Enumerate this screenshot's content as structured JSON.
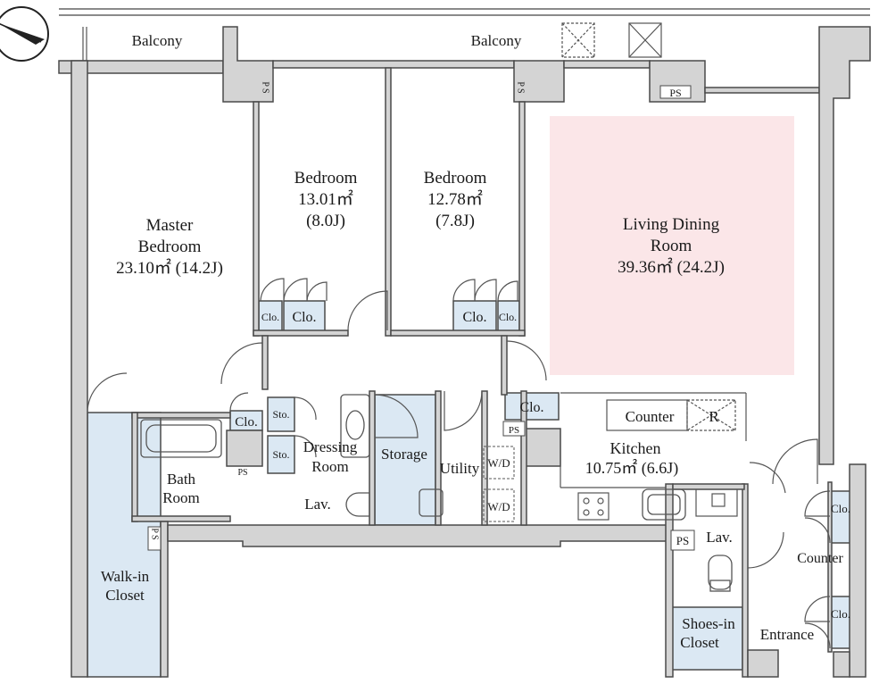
{
  "plan": {
    "colors": {
      "wall": "#d4d4d4",
      "wall_stroke": "#4a4a4a",
      "closet_fill": "#dbe8f3",
      "living_highlight": "#fbe6e8",
      "line": "#555555"
    },
    "icons": {
      "compass": "north-arrow-icon",
      "door": "door-swing-icon",
      "toilet": "toilet-icon",
      "bathtub": "bathtub-icon",
      "sink": "sink-icon",
      "stove": "stove-icon"
    },
    "rooms": {
      "balcony_left": "Balcony",
      "balcony_right": "Balcony",
      "master_line1": "Master",
      "master_line2": "Bedroom",
      "master_area": "23.10㎡ (14.2J)",
      "bed1_name": "Bedroom",
      "bed1_area": "13.01㎡",
      "bed1_j": "(8.0J)",
      "bed2_name": "Bedroom",
      "bed2_area": "12.78㎡",
      "bed2_j": "(7.8J)",
      "living_line1": "Living Dining",
      "living_line2": "Room",
      "living_area": "39.36㎡ (24.2J)",
      "kitchen_name": "Kitchen",
      "kitchen_area": "10.75㎡ (6.6J)",
      "counter_kitchen": "Counter",
      "fridge": "R",
      "dressing_line1": "Dressing",
      "dressing_line2": "Room",
      "storage": "Storage",
      "utility": "Utility",
      "wd1": "W/D",
      "wd2": "W/D",
      "lav_main": "Lav.",
      "lav_entry": "Lav.",
      "bath_line1": "Bath",
      "bath_line2": "Room",
      "walkin_line1": "Walk-in",
      "walkin_line2": "Closet",
      "shoes_line1": "Shoes-in",
      "shoes_line2": "Closet",
      "entrance": "Entrance",
      "counter_entry": "Counter"
    },
    "closets": {
      "clo_bed1_small": "Clo.",
      "clo_bed1_big": "Clo.",
      "clo_bed2_big": "Clo.",
      "clo_bed2_small": "Clo.",
      "clo_hall": "Clo.",
      "clo_bath": "Clo.",
      "sto_top": "Sto.",
      "sto_bottom": "Sto.",
      "clo_entry_top": "Clo.",
      "clo_entry_bottom": "Clo."
    },
    "ps": {
      "ps_top_left": "P S",
      "ps_top_mid": "P S",
      "ps_top_right": "PS",
      "ps_kitchen": "PS",
      "ps_bath": "PS",
      "ps_walkin": "P S",
      "ps_entry": "PS"
    }
  }
}
